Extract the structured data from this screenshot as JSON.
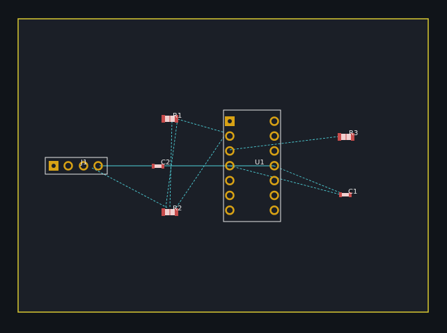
{
  "app": {
    "view": "pcb-layout-editor"
  },
  "colors": {
    "background": "#101419",
    "board_fill": "#1b1f27",
    "board_edge": "#d8c832",
    "silkscreen": "#e8e8e8",
    "pad_gold": "#d8a215",
    "smd_pad_red": "#c84c4c",
    "smd_body": "#f0d0d0",
    "ratsnest": "#4fd1d9",
    "trace": "#4fd1d9"
  },
  "components": {
    "j1": {
      "ref": "J1",
      "pin_count": 4,
      "package": "pin-header"
    },
    "u1": {
      "ref": "U1",
      "pin_count": 14,
      "package": "dip-14"
    },
    "r1": {
      "ref": "R1",
      "package": "smd-resistor"
    },
    "r2": {
      "ref": "R2",
      "package": "smd-resistor"
    },
    "r3": {
      "ref": "R3",
      "package": "smd-resistor"
    },
    "c1": {
      "ref": "C1",
      "package": "smd-capacitor"
    },
    "c2": {
      "ref": "C2",
      "package": "smd-capacitor"
    }
  },
  "nets": {
    "ratsnest_count": 9,
    "trace_count": 1
  }
}
